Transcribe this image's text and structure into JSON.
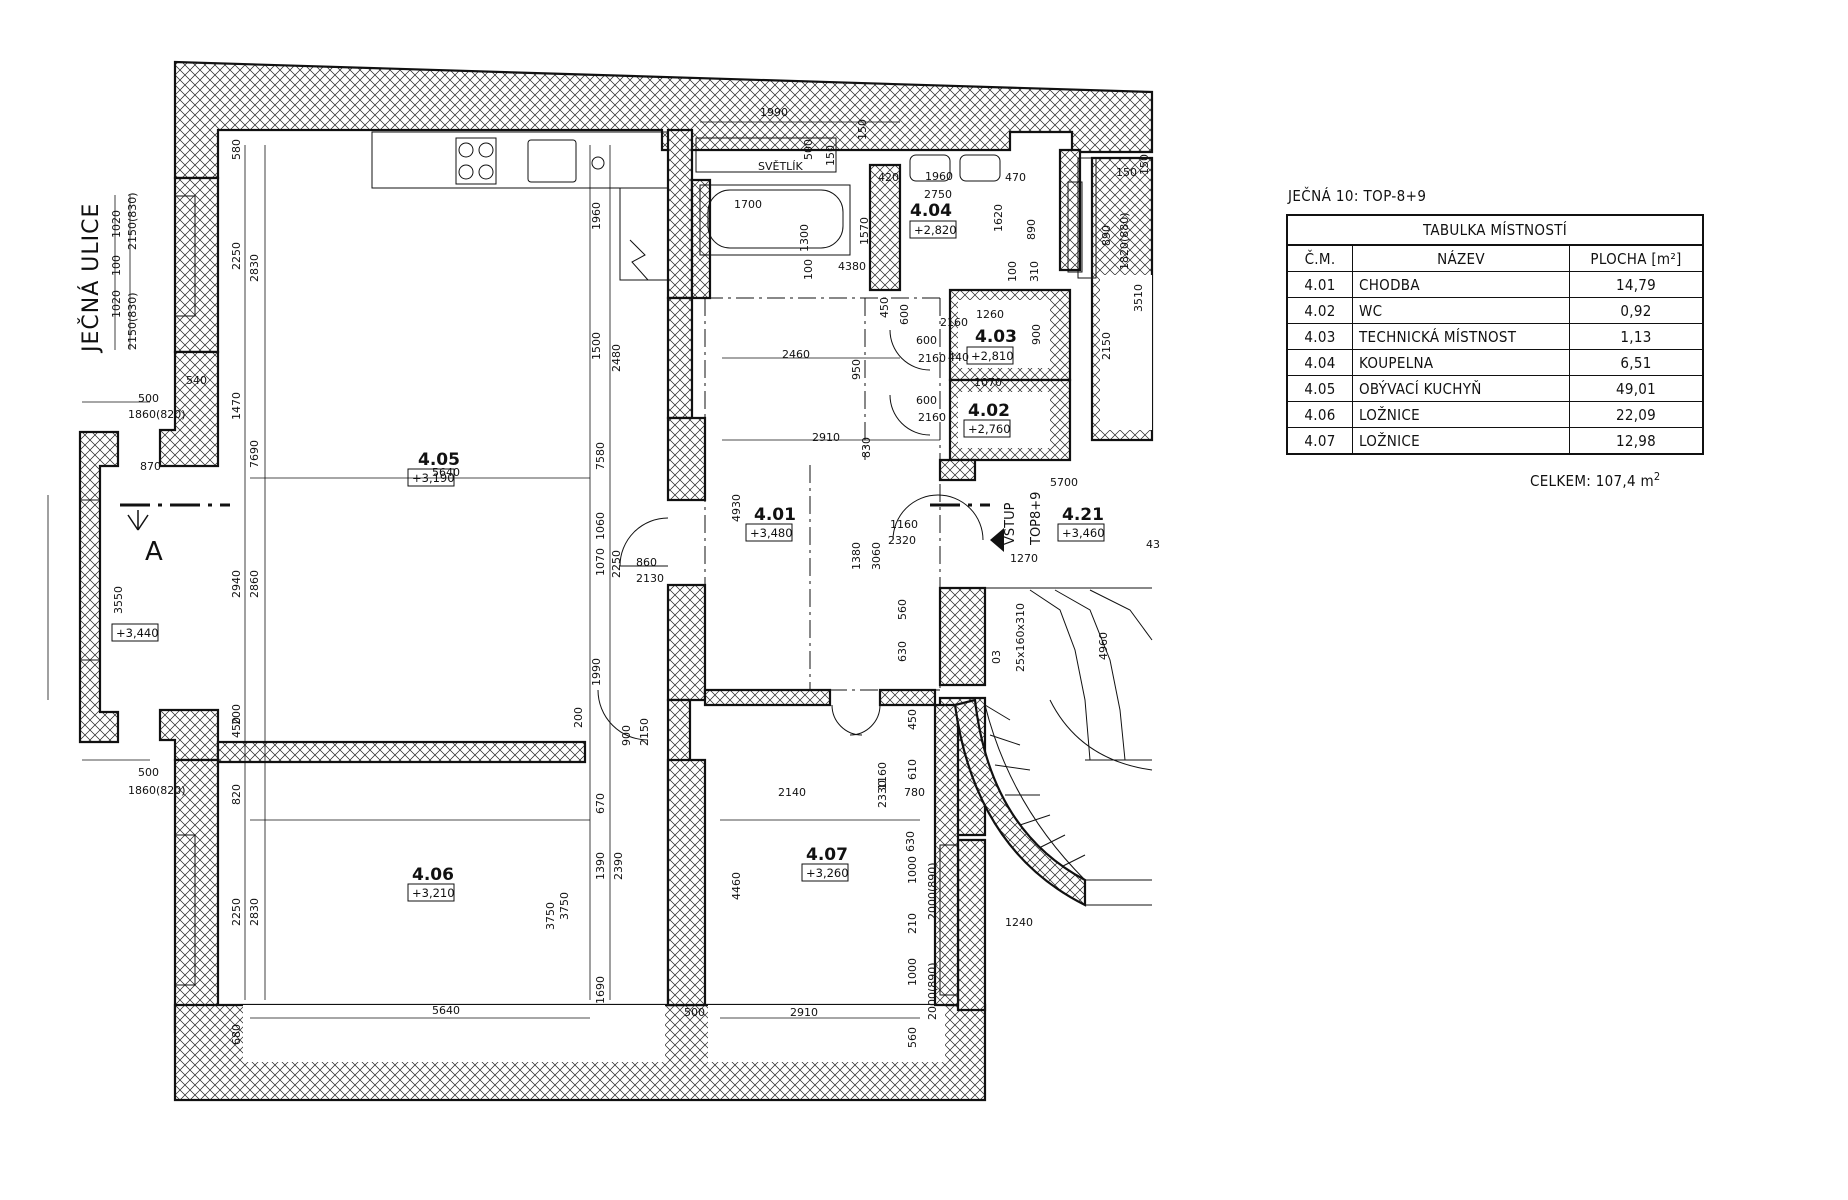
{
  "header": {
    "title": "JEČNÁ 10: TOP-8+9"
  },
  "street": {
    "name": "JEČNÁ ULICE"
  },
  "section_marker": "A",
  "room_table": {
    "caption": "TABULKA MÍSTNOSTÍ",
    "columns": [
      "Č.M.",
      "NÁZEV",
      "PLOCHA [m²]"
    ],
    "rows": [
      {
        "num": "4.01",
        "name": "CHODBA",
        "area": "14,79"
      },
      {
        "num": "4.02",
        "name": "WC",
        "area": "0,92"
      },
      {
        "num": "4.03",
        "name": "TECHNICKÁ MÍSTNOST",
        "area": "1,13"
      },
      {
        "num": "4.04",
        "name": "KOUPELNA",
        "area": "6,51"
      },
      {
        "num": "4.05",
        "name": "OBÝVACÍ KUCHYŇ",
        "area": "49,01"
      },
      {
        "num": "4.06",
        "name": "LOŽNICE",
        "area": "22,09"
      },
      {
        "num": "4.07",
        "name": "LOŽNICE",
        "area": "12,98"
      }
    ],
    "total_label": "CELKEM:",
    "total_value": "107,4",
    "total_unit": "m",
    "total_unit_exp": "2"
  },
  "rooms": [
    {
      "id": "4.01",
      "level": "+3,480"
    },
    {
      "id": "4.02",
      "level": "+2,760"
    },
    {
      "id": "4.03",
      "level": "+2,810"
    },
    {
      "id": "4.04",
      "level": "+2,820"
    },
    {
      "id": "4.05",
      "level": "+3,190"
    },
    {
      "id": "4.06",
      "level": "+3,210"
    },
    {
      "id": "4.07",
      "level": "+3,260"
    },
    {
      "id": "4.21",
      "level": "+3,460"
    }
  ],
  "loggia_level": "+3,440",
  "entrance": {
    "label": "VSTUP",
    "sub": "TOP8+9"
  },
  "skylight_label": "SVĚTLÍK",
  "stair_label": "25x160x310",
  "dimensions": [
    {
      "t": "1990"
    },
    {
      "t": "580"
    },
    {
      "t": "1960"
    },
    {
      "t": "1500"
    },
    {
      "t": "2480"
    },
    {
      "t": "2250"
    },
    {
      "t": "2830"
    },
    {
      "t": "1470"
    },
    {
      "t": "7690"
    },
    {
      "t": "5640"
    },
    {
      "t": "7580"
    },
    {
      "t": "1060"
    },
    {
      "t": "1070"
    },
    {
      "t": "2250"
    },
    {
      "t": "2940"
    },
    {
      "t": "2860"
    },
    {
      "t": "1990"
    },
    {
      "t": "450"
    },
    {
      "t": "200"
    },
    {
      "t": "900"
    },
    {
      "t": "2150"
    },
    {
      "t": "860"
    },
    {
      "t": "2130"
    },
    {
      "t": "540"
    },
    {
      "t": "500"
    },
    {
      "t": "1860(820)"
    },
    {
      "t": "870"
    },
    {
      "t": "3550"
    },
    {
      "t": "500"
    },
    {
      "t": "1860(820)"
    },
    {
      "t": "1020"
    },
    {
      "t": "2150(830)"
    },
    {
      "t": "100"
    },
    {
      "t": "1020"
    },
    {
      "t": "2150(830)"
    },
    {
      "t": "1700"
    },
    {
      "t": "1300"
    },
    {
      "t": "4380"
    },
    {
      "t": "420"
    },
    {
      "t": "1960"
    },
    {
      "t": "2750"
    },
    {
      "t": "470"
    },
    {
      "t": "1570"
    },
    {
      "t": "1620"
    },
    {
      "t": "890"
    },
    {
      "t": "150"
    },
    {
      "t": "500"
    },
    {
      "t": "150"
    },
    {
      "t": "100"
    },
    {
      "t": "100"
    },
    {
      "t": "310"
    },
    {
      "t": "1260"
    },
    {
      "t": "900"
    },
    {
      "t": "600"
    },
    {
      "t": "2160"
    },
    {
      "t": "450"
    },
    {
      "t": "600"
    },
    {
      "t": "2160"
    },
    {
      "t": "440"
    },
    {
      "t": "1070"
    },
    {
      "t": "600"
    },
    {
      "t": "2160"
    },
    {
      "t": "2460"
    },
    {
      "t": "950"
    },
    {
      "t": "2910"
    },
    {
      "t": "830"
    },
    {
      "t": "4930"
    },
    {
      "t": "1380"
    },
    {
      "t": "3060"
    },
    {
      "t": "1160"
    },
    {
      "t": "2320"
    },
    {
      "t": "1270"
    },
    {
      "t": "560"
    },
    {
      "t": "630"
    },
    {
      "t": "03"
    },
    {
      "t": "4960"
    },
    {
      "t": "450"
    },
    {
      "t": "1160"
    },
    {
      "t": "2330"
    },
    {
      "t": "610"
    },
    {
      "t": "2140"
    },
    {
      "t": "780"
    },
    {
      "t": "630"
    },
    {
      "t": "4460"
    },
    {
      "t": "1000"
    },
    {
      "t": "2000(890)"
    },
    {
      "t": "210"
    },
    {
      "t": "1000"
    },
    {
      "t": "2000(890)"
    },
    {
      "t": "1240"
    },
    {
      "t": "2910"
    },
    {
      "t": "560"
    },
    {
      "t": "820"
    },
    {
      "t": "670"
    },
    {
      "t": "200"
    },
    {
      "t": "1390"
    },
    {
      "t": "2390"
    },
    {
      "t": "2250"
    },
    {
      "t": "2830"
    },
    {
      "t": "3750"
    },
    {
      "t": "3750"
    },
    {
      "t": "5640"
    },
    {
      "t": "1690"
    },
    {
      "t": "500"
    },
    {
      "t": "680"
    },
    {
      "t": "890"
    },
    {
      "t": "1820(880)"
    },
    {
      "t": "2150"
    },
    {
      "t": "3510"
    },
    {
      "t": "150"
    },
    {
      "t": "150"
    },
    {
      "t": "5700"
    },
    {
      "t": "43"
    }
  ]
}
